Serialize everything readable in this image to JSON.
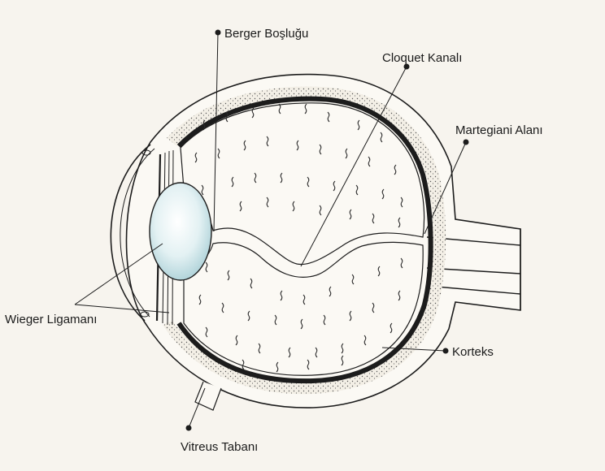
{
  "labels": {
    "berger": "Berger Boşluğu",
    "cloquet": "Cloquet Kanalı",
    "martegiani": "Martegiani Alanı",
    "wieger": "Wieger Ligamanı",
    "korteks": "Korteks",
    "vitreus": "Vitreus Tabanı"
  },
  "colors": {
    "background": "#f7f4ee",
    "line": "#1c1c1c",
    "lens": "#cfe6ea"
  }
}
